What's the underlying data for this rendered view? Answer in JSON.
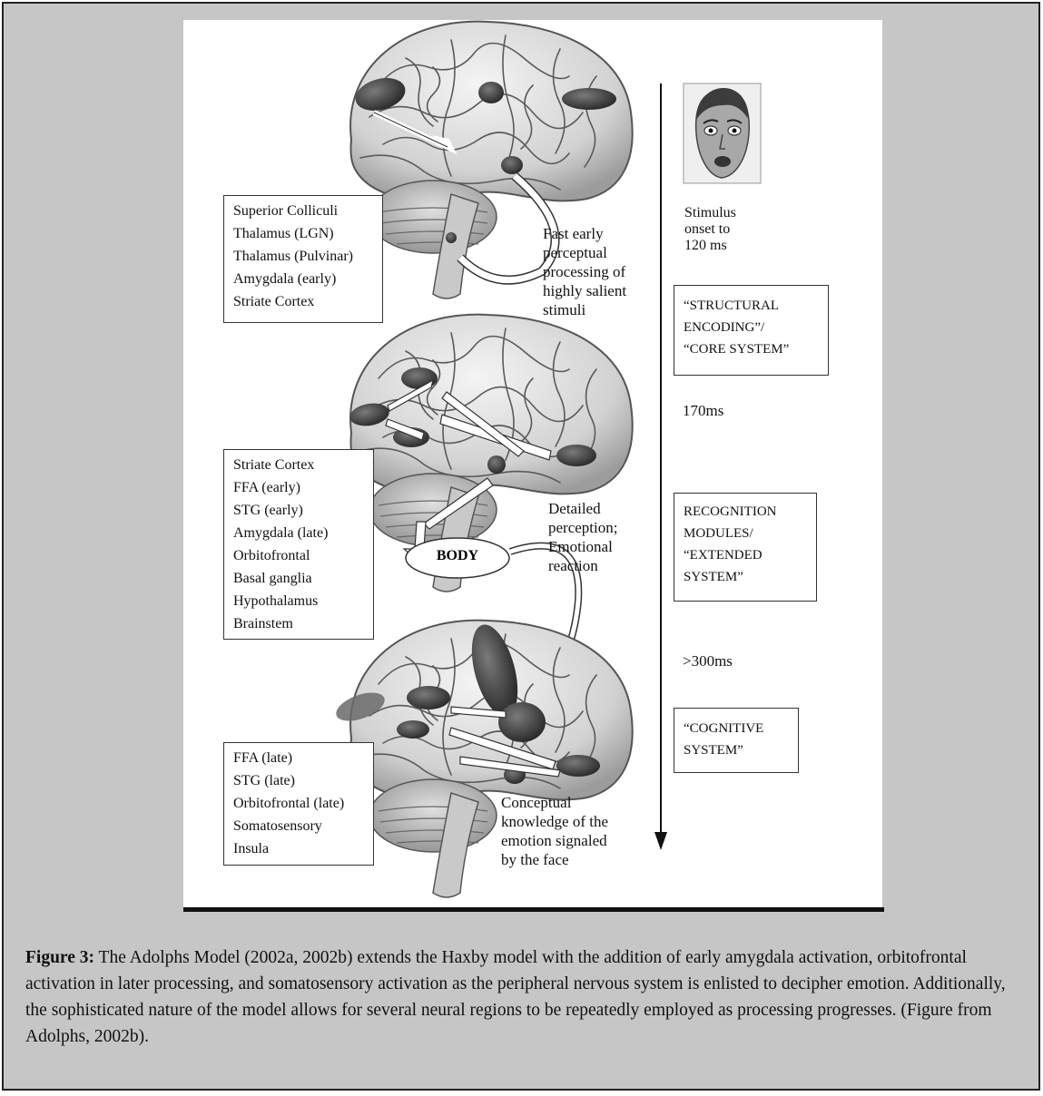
{
  "figure": {
    "stage1": {
      "regions": [
        "Superior Colliculi",
        "Thalamus (LGN)",
        "Thalamus (Pulvinar)",
        "Amygdala (early)",
        "Striate Cortex"
      ],
      "description": [
        "Fast early",
        "perceptual",
        "processing of",
        "highly salient",
        "stimuli"
      ]
    },
    "stage2": {
      "regions": [
        "Striate Cortex",
        "FFA (early)",
        "STG (early)",
        "Amygdala (late)",
        "Orbitofrontal",
        "Basal ganglia",
        "Hypothalamus",
        "Brainstem"
      ],
      "description": [
        "Detailed",
        "perception;",
        "Emotional",
        "reaction"
      ],
      "body_label": "BODY"
    },
    "stage3": {
      "regions": [
        "FFA (late)",
        "STG (late)",
        "Orbitofrontal (late)",
        "Somatosensory",
        "Insula"
      ],
      "description": [
        "Conceptual",
        "knowledge of the",
        "emotion signaled",
        "by the face"
      ]
    },
    "timeline": {
      "stimulus": [
        "Stimulus",
        "onset to",
        "120 ms"
      ],
      "box1": [
        "“STRUCTURAL",
        "ENCODING”/",
        "“CORE SYSTEM”"
      ],
      "t170": "170ms",
      "box2": [
        "RECOGNITION",
        "MODULES/",
        "“EXTENDED",
        "SYSTEM”"
      ],
      "t300": ">300ms",
      "box3": [
        "“COGNITIVE",
        "SYSTEM”"
      ]
    }
  },
  "caption": {
    "label": "Figure 3:",
    "text": " The Adolphs Model (2002a, 2002b) extends the Haxby model with the addition of early amygdala activation, orbitofrontal activation in later processing, and somatosensory activation as the peripheral nervous system is enlisted to decipher emotion. Additionally, the sophisticated nature of the model allows for several neural regions to be repeatedly employed as processing progresses. (Figure from Adolphs, 2002b)."
  },
  "colors": {
    "panel_bg": "#c6c6c6",
    "figure_bg": "#ffffff",
    "region_fill": "#3a3a3a"
  }
}
